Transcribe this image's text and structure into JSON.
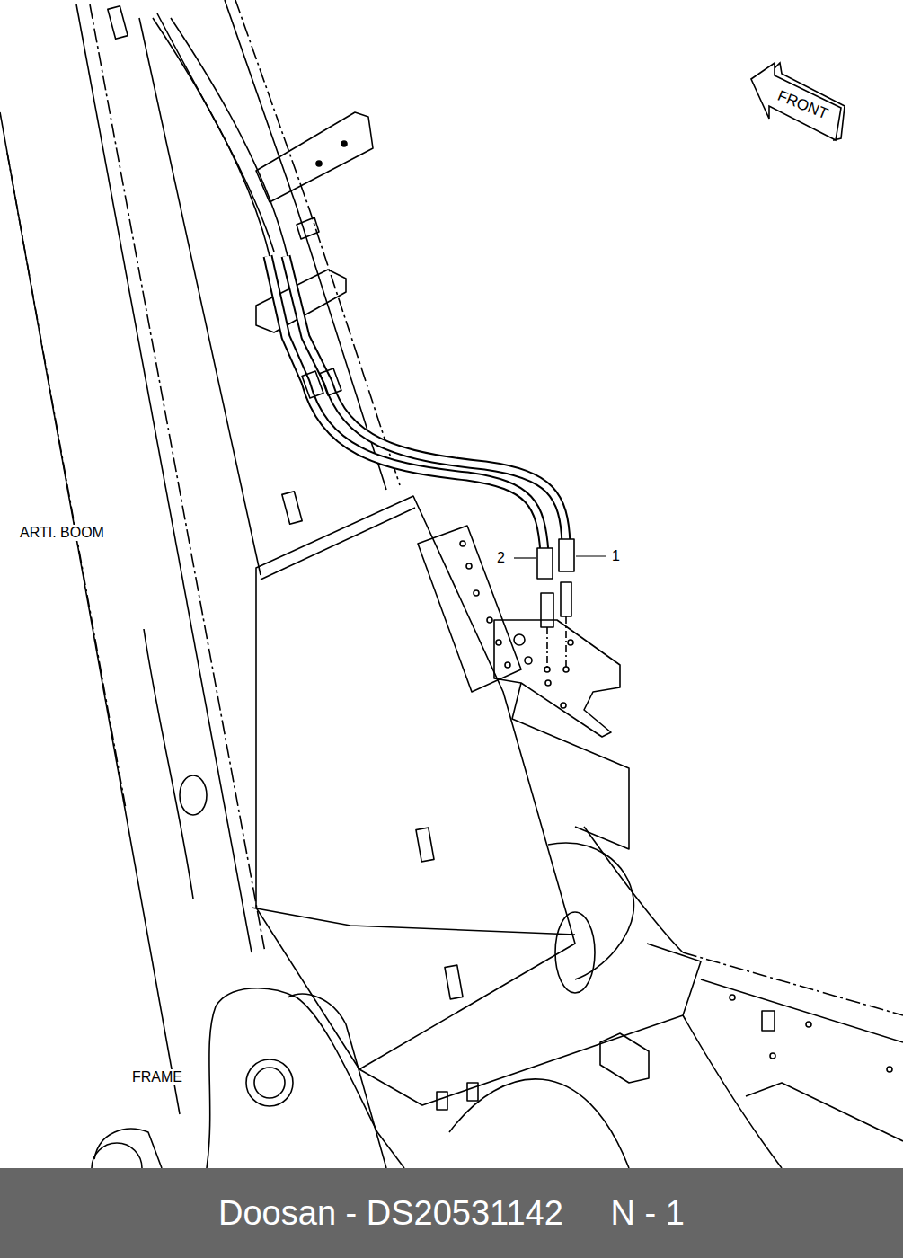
{
  "diagram": {
    "caption": "Doosan - DS20531142     N - 1",
    "nodes": [
      {
        "text": [
          "FRONT"
        ]
      }
    ],
    "labels": [
      "ARTI. BOOM",
      "FRAME",
      "2",
      "1"
    ]
  }
}
